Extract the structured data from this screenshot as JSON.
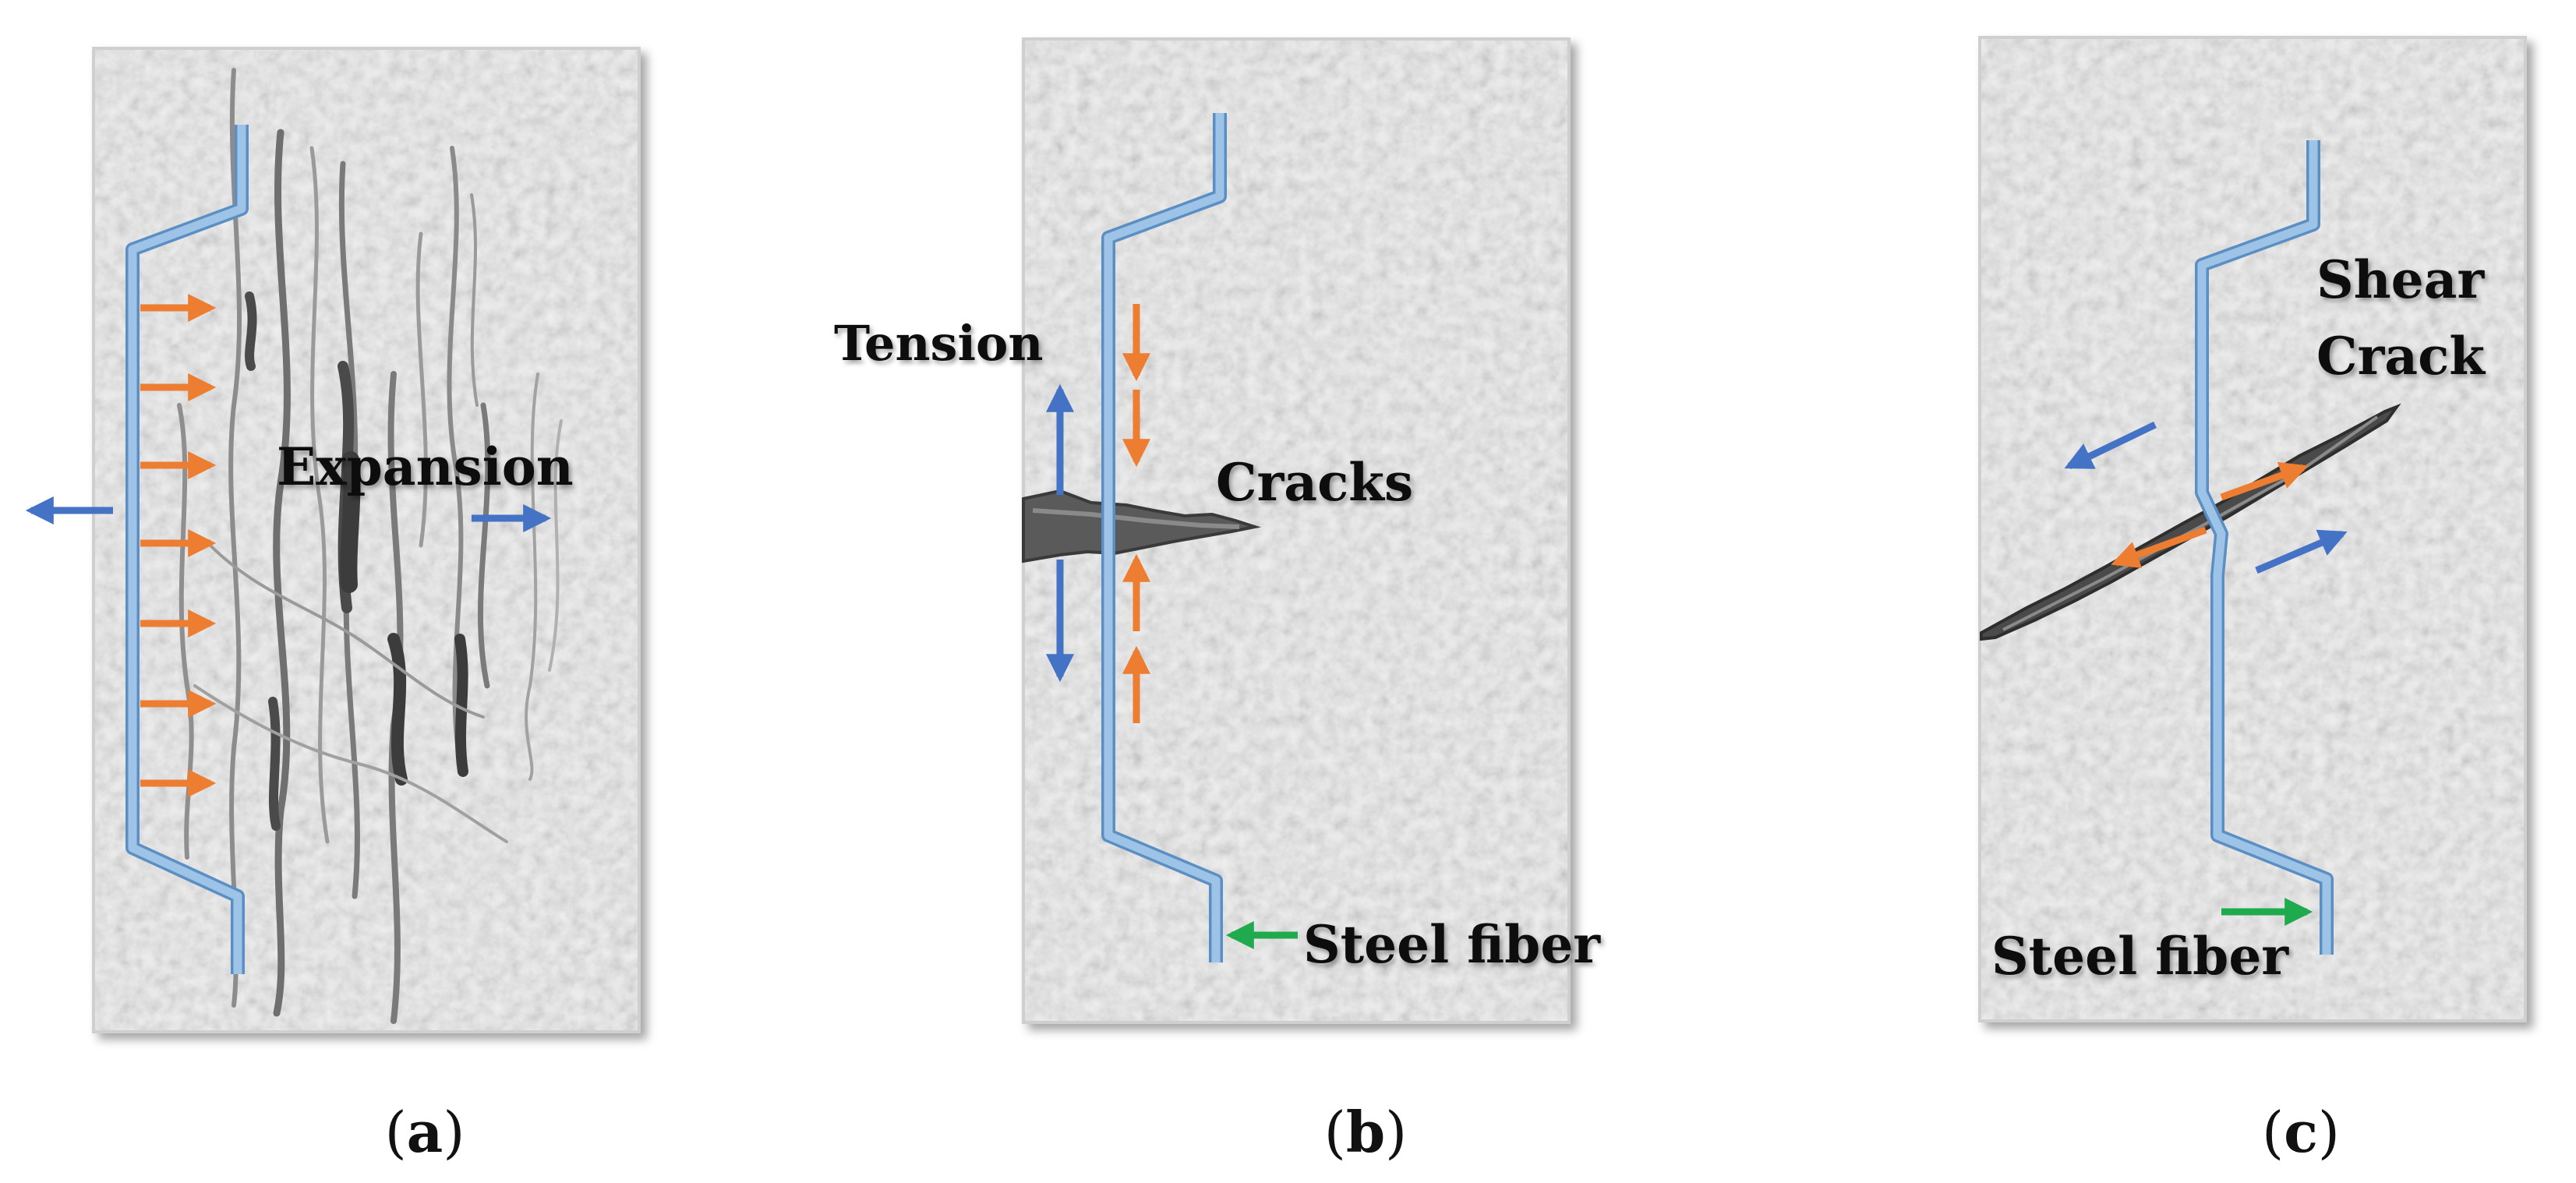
{
  "panels": [
    {
      "id": "a",
      "caption_open": "(",
      "caption_letter": "a",
      "caption_close": ")",
      "labels": {
        "expansion": "Expansion"
      }
    },
    {
      "id": "b",
      "caption_open": "(",
      "caption_letter": "b",
      "caption_close": ")",
      "labels": {
        "tension": "Tension",
        "cracks": "Cracks",
        "steel_fiber": "Steel fiber"
      }
    },
    {
      "id": "c",
      "caption_open": "(",
      "caption_letter": "c",
      "caption_close": ")",
      "labels": {
        "shear": "Shear",
        "crack": "Crack",
        "steel_fiber": "Steel fiber"
      }
    }
  ],
  "colors": {
    "fiber": "#9dc3e6",
    "fiber_edge": "#5b8fc4",
    "force_orange": "#ed7d31",
    "force_blue": "#4472c4",
    "pointer_green": "#1faa4e",
    "crack_dark": "#4a4a4a",
    "crack_light": "#8c8c8c",
    "block_fill": "#ececec",
    "block_border": "#cfcfcf"
  }
}
